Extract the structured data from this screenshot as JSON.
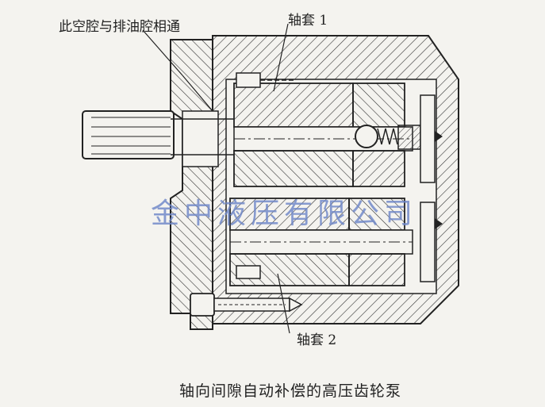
{
  "labels": {
    "cavity_note": "此空腔与排油腔相通",
    "sleeve_1": "轴套 1",
    "sleeve_2": "轴套 2"
  },
  "caption": "轴向间隙自动补偿的高压齿轮泵",
  "watermark": "金中液压有限公司",
  "colors": {
    "line": "#222222",
    "hatch": "#333333",
    "background": "#f4f3ef",
    "watermark": "#6f87c9"
  }
}
